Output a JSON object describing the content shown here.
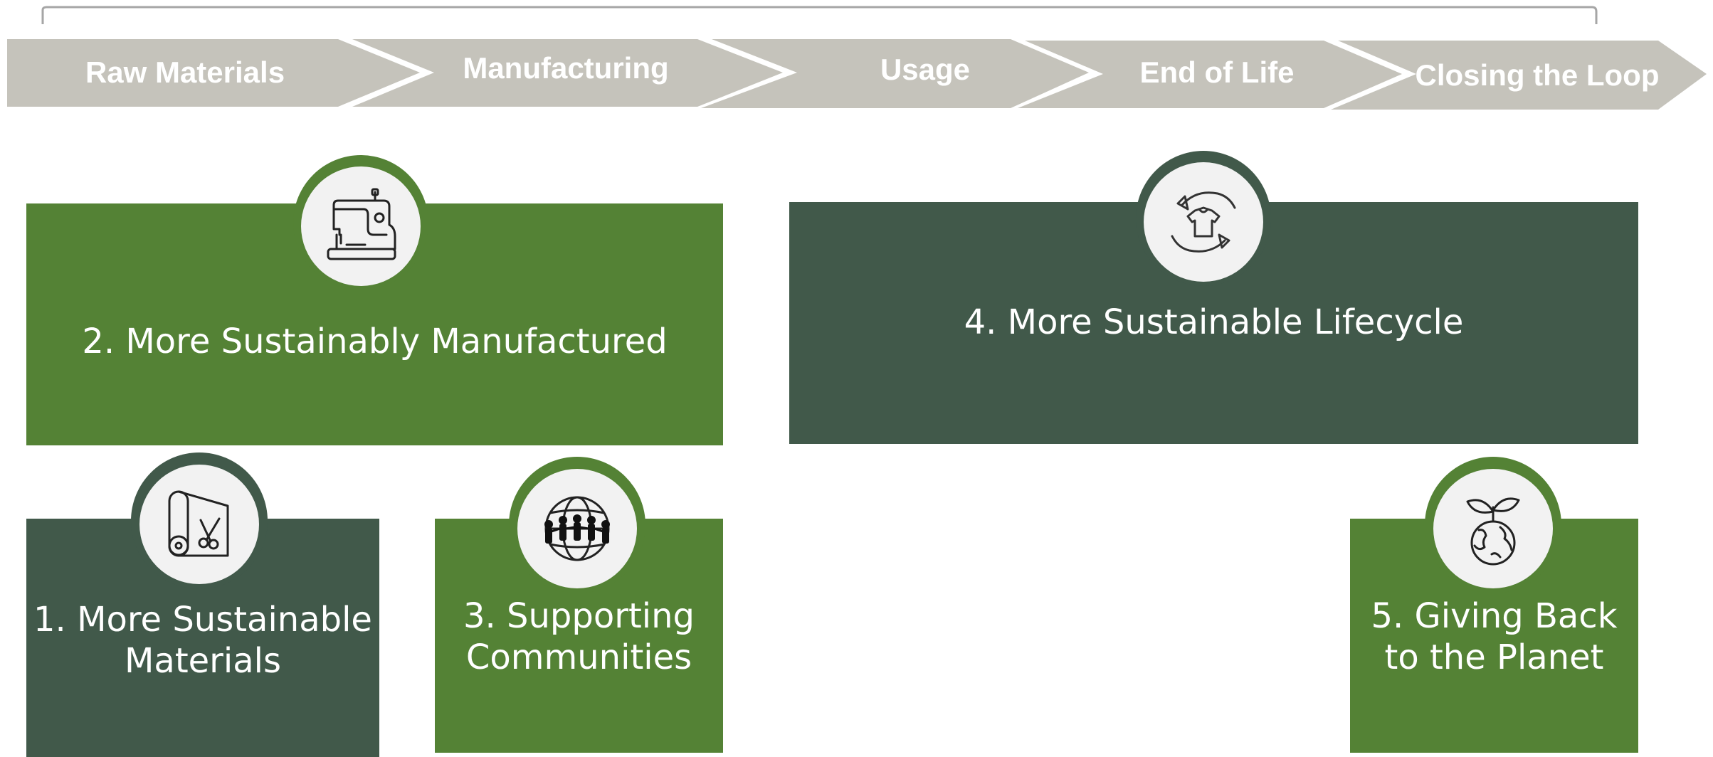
{
  "stages": [
    {
      "label": "Raw Materials"
    },
    {
      "label": "Manufacturing"
    },
    {
      "label": "Usage"
    },
    {
      "label": "End of Life"
    },
    {
      "label": "Closing the Loop"
    }
  ],
  "pillars": {
    "manufactured": {
      "label": "2. More Sustainably Manufactured",
      "icon": "sewing-machine-icon"
    },
    "lifecycle": {
      "label": "4. More Sustainable Lifecycle",
      "icon": "recycle-shirt-icon"
    },
    "materials": {
      "line1": "1. More Sustainable",
      "line2": "Materials",
      "icon": "fabric-roll-scissors-icon"
    },
    "communities": {
      "line1": "3. Supporting",
      "line2": "Communities",
      "icon": "globe-people-icon"
    },
    "planet": {
      "line1": "5. Giving Back",
      "line2": "to the Planet",
      "icon": "earth-sprout-icon"
    }
  },
  "colors": {
    "green": "#548235",
    "dark_green": "#41594A",
    "chevron": "#C5C3BB",
    "icon_bg": "#F2F2F2"
  }
}
